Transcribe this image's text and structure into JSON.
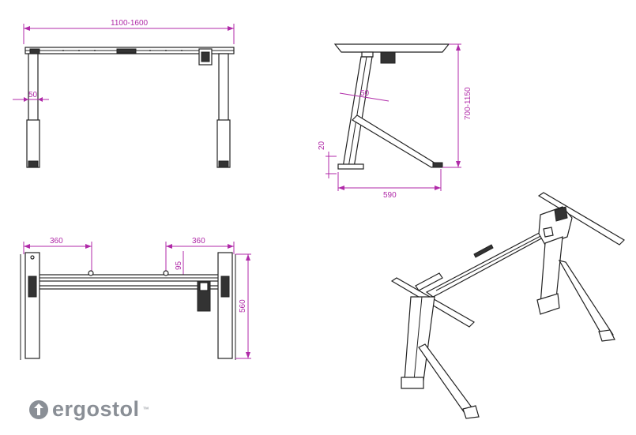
{
  "brand": {
    "name": "ergostol",
    "mark": "™"
  },
  "dimensions": {
    "front_width": "1100-1600",
    "front_leg_width": "50",
    "side_height": "700-1150",
    "side_angle": "50",
    "side_foot_height": "20",
    "side_base_depth": "590",
    "top_left_offset": "360",
    "top_right_offset": "360",
    "top_depth": "560",
    "top_small": "95"
  },
  "colors": {
    "dimension": "#b02aa8",
    "line": "#222222"
  }
}
